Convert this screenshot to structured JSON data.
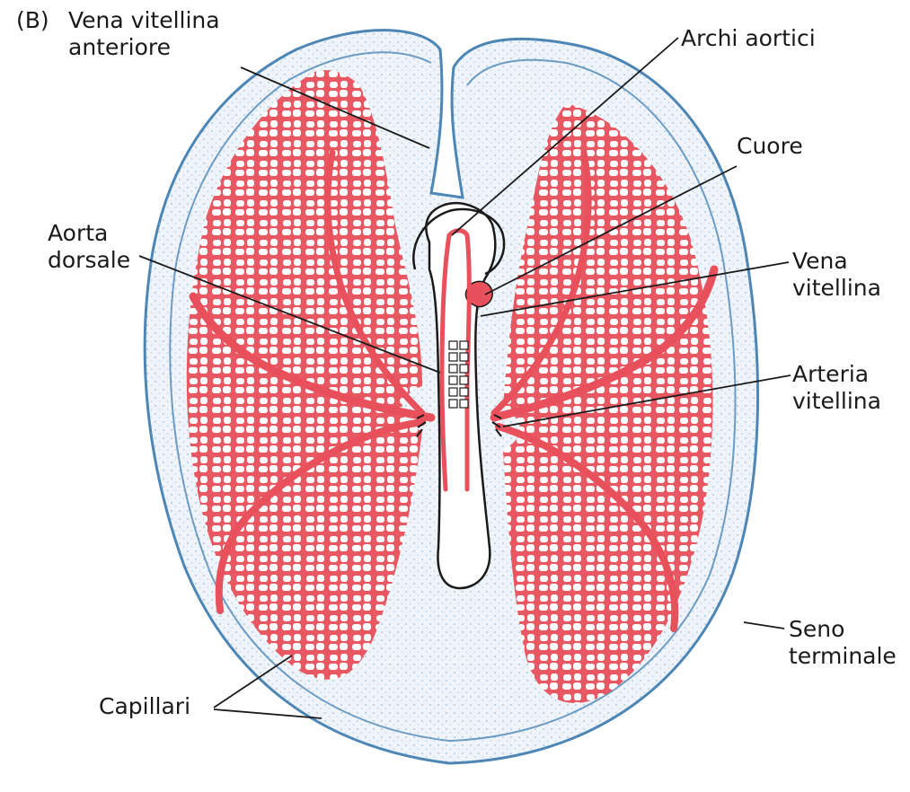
{
  "panel_tag": "(B)",
  "labels": {
    "vena_vitellina_anteriore": [
      "Vena vitellina",
      "anteriore"
    ],
    "archi_aortici": [
      "Archi aortici"
    ],
    "cuore": [
      "Cuore"
    ],
    "aorta_dorsale": [
      "Aorta",
      "dorsale"
    ],
    "vena_vitellina": [
      "Vena",
      "vitellina"
    ],
    "arteria_vitellina": [
      "Arteria",
      "vitellina"
    ],
    "seno_terminale": [
      "Seno",
      "terminale"
    ],
    "capillari": [
      "Capillari"
    ]
  },
  "colors": {
    "vessel_red": "#e8505b",
    "area_vasculosa_fill": "#eef4fa",
    "dot_blue": "#5b94c0",
    "leader_line": "#1a1a1a",
    "embryo_outline": "#1a1a1a"
  }
}
